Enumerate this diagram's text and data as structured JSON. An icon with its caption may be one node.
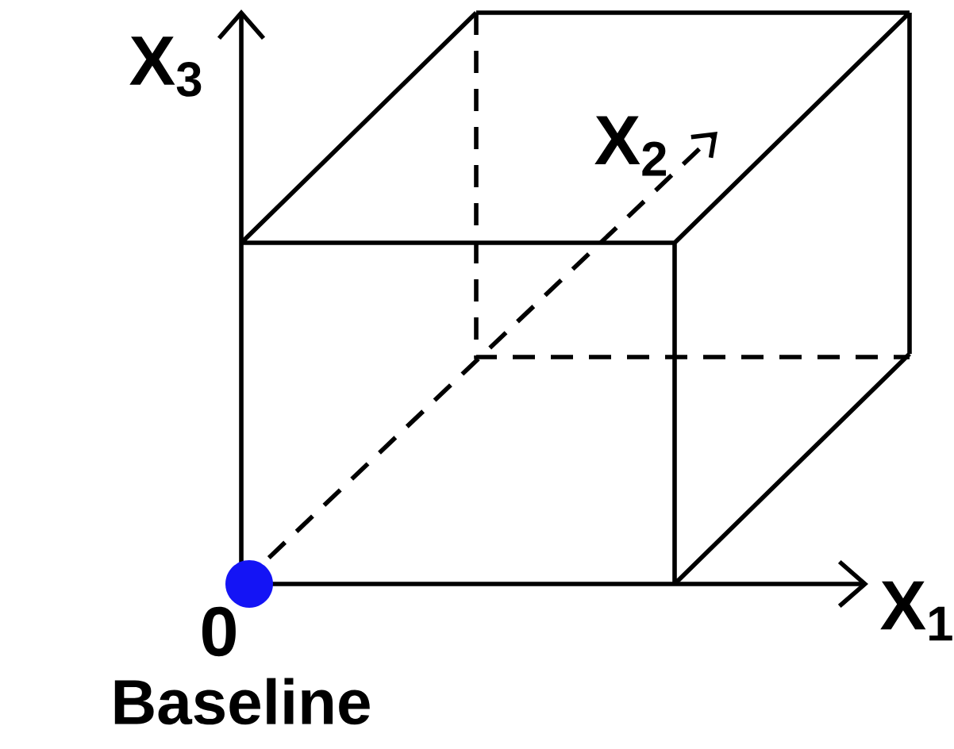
{
  "diagram": {
    "labels": [
      "X$_{3}$",
      "X$_{2}$",
      "0",
      "X$_{1}$",
      "Baseline"
    ]
  }
}
